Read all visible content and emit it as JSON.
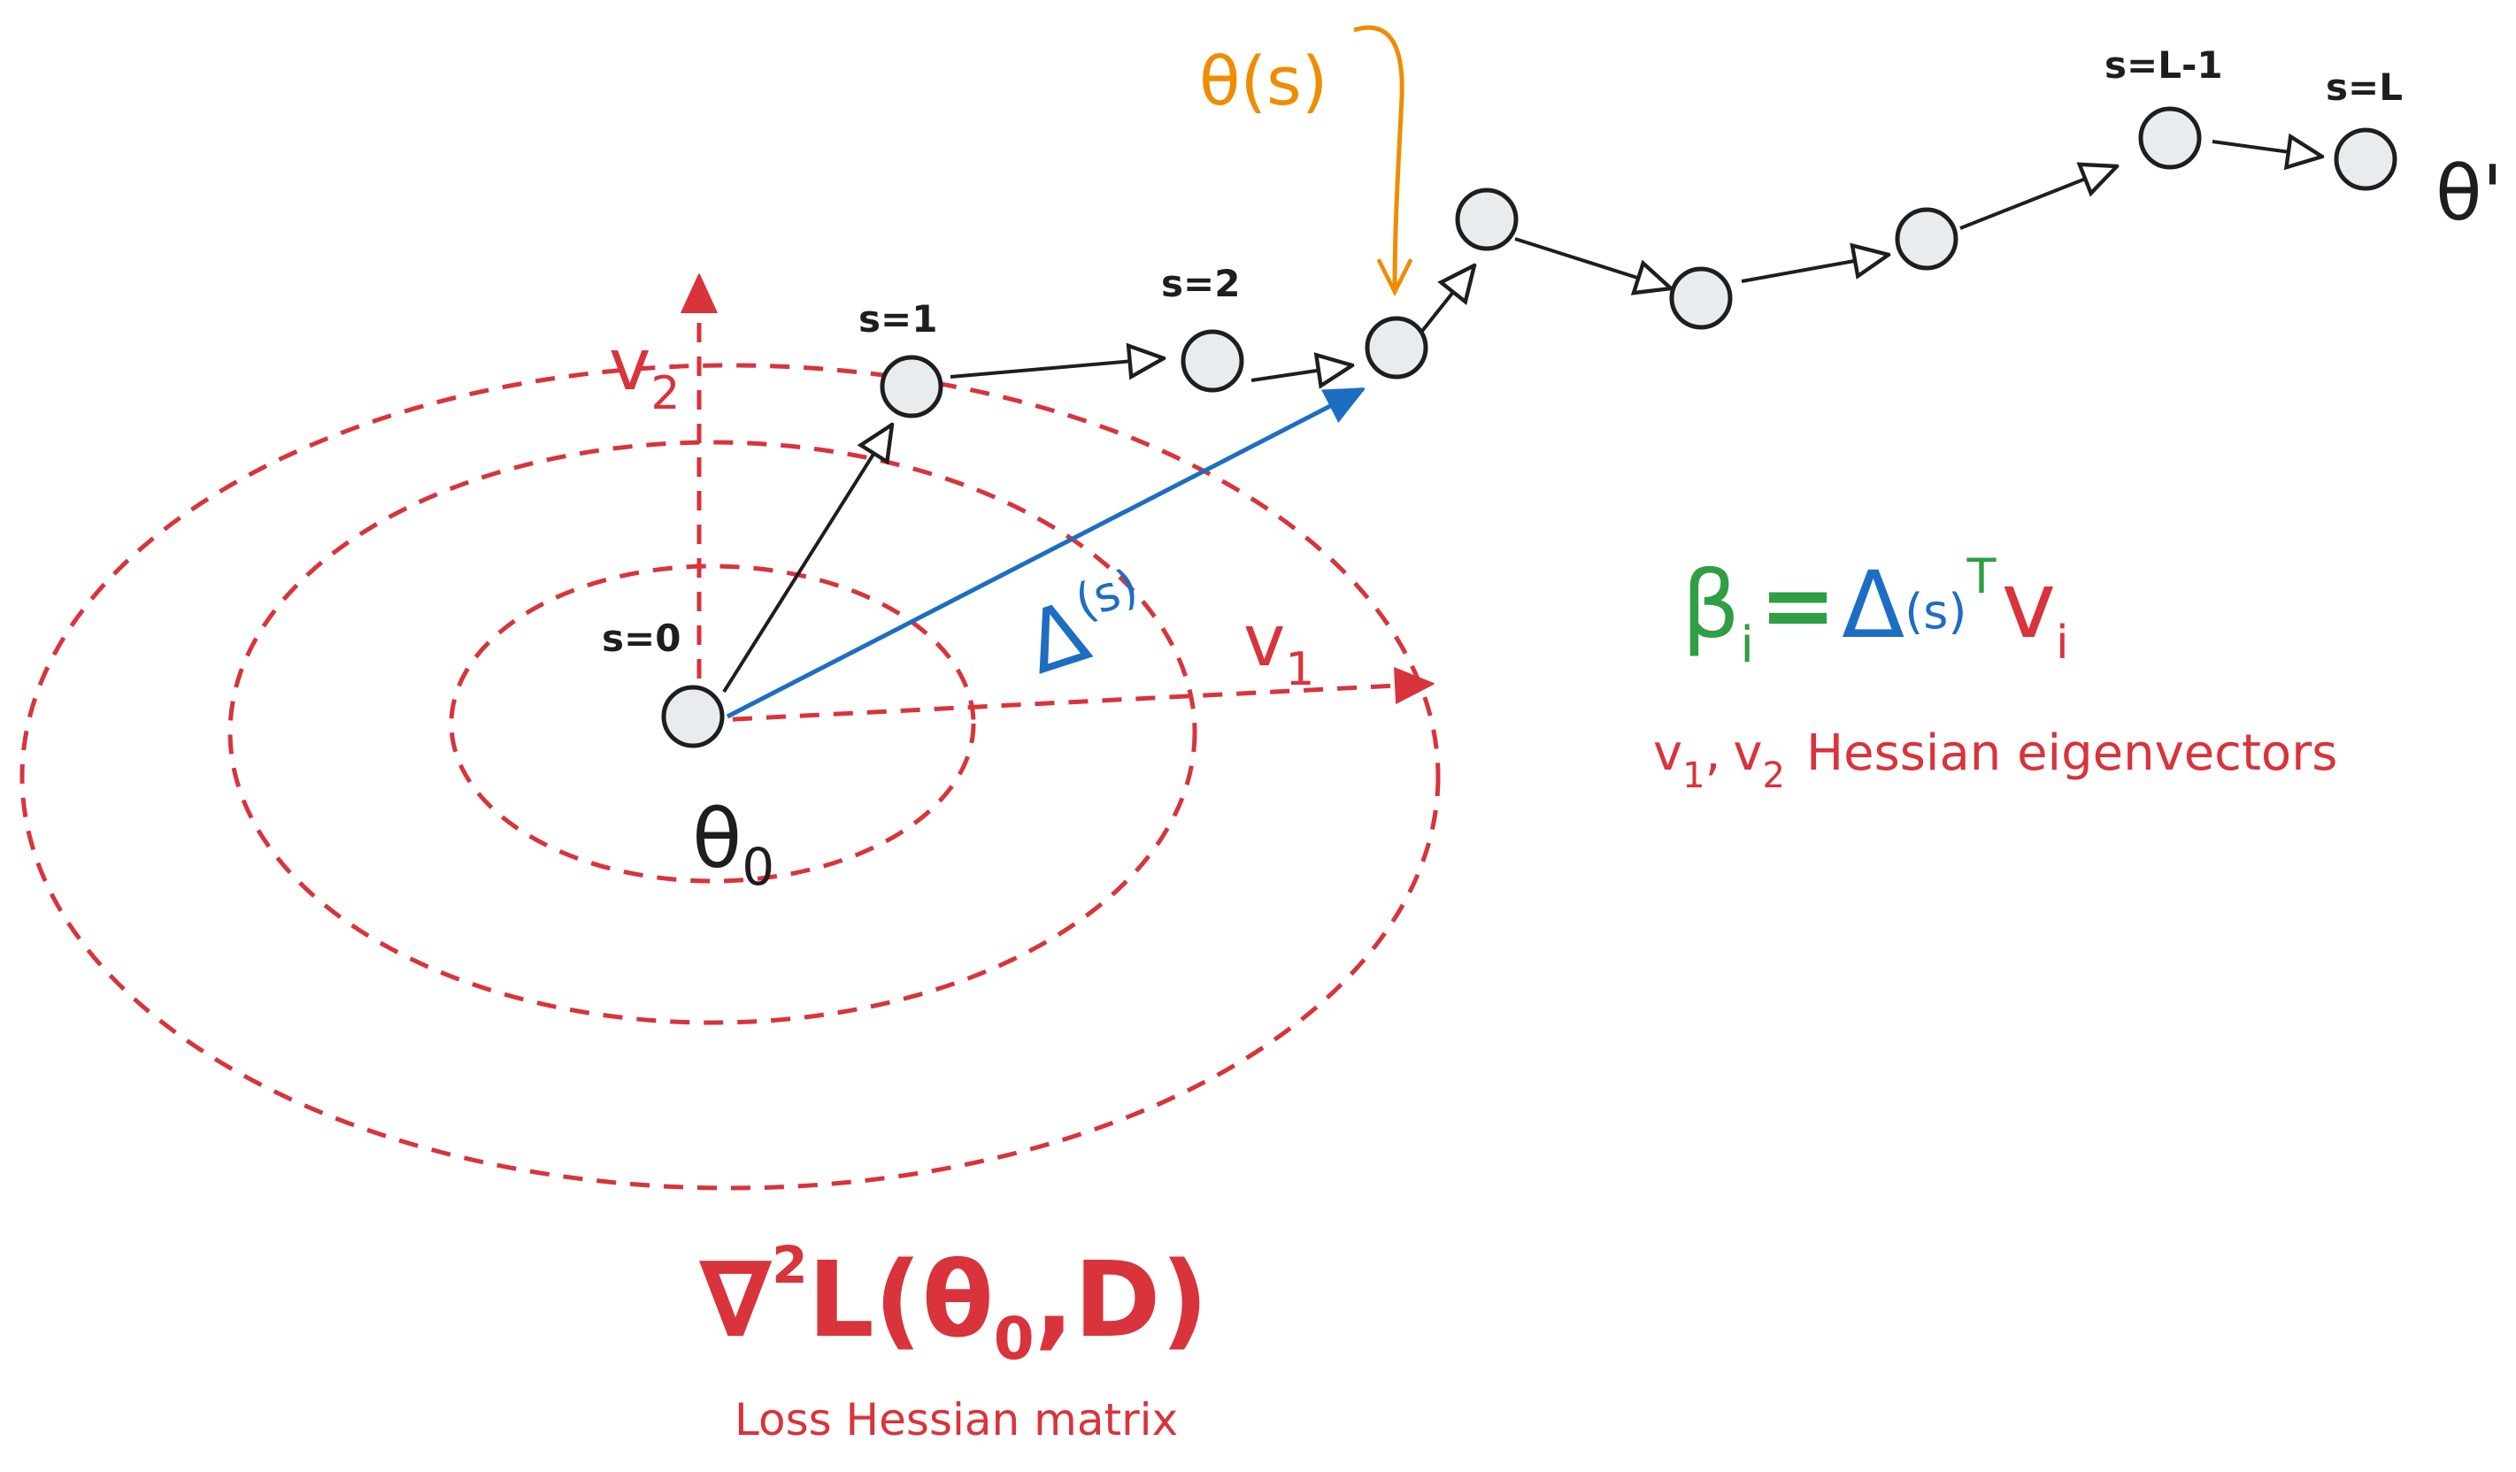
{
  "colors": {
    "contour": "#d9333b",
    "path": "#1e1e1e",
    "node_fill": "#e9ecef",
    "delta": "#1d6ec3",
    "theta_s": "#f08c00",
    "beta": "#2f9e44"
  },
  "steps": {
    "s0": "s=0",
    "s1": "s=1",
    "s2": "s=2",
    "sL1": "s=L-1",
    "sL": "s=L"
  },
  "symbols": {
    "theta0_main": "θ",
    "theta0_sub": "0",
    "theta_prime": "θ'",
    "theta_s": "θ(s)",
    "delta_main": "Δ",
    "delta_sup": "(s)",
    "v1_main": "v",
    "v1_sub": "1",
    "v2_main": "v",
    "v2_sub": "2"
  },
  "formula": {
    "beta": "β",
    "beta_sub": "i",
    "equals": "=",
    "delta": "Δ",
    "delta_arg": "(s)",
    "transpose": "T",
    "v": "v",
    "v_sub": "i"
  },
  "eigen_caption": {
    "v1": "v",
    "v1_sub": "1",
    "comma": ",",
    "v2": "v",
    "v2_sub": "2",
    "text": "Hessian eigenvectors"
  },
  "hessian": {
    "nabla": "∇",
    "sup": "2",
    "expr": "L(θ",
    "sub": "0",
    "rest": ",D)",
    "caption": "Loss Hessian matrix"
  }
}
